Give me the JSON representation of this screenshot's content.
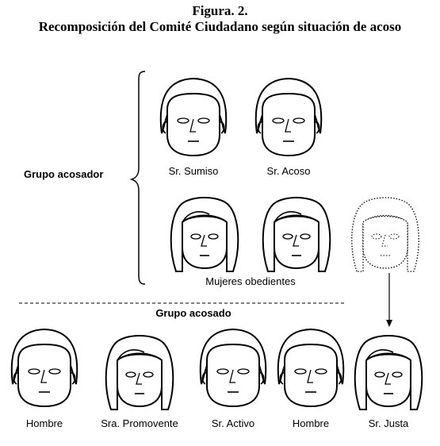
{
  "figure": {
    "title": "Figura. 2.",
    "subtitle": "Recomposición del Comité Ciudadano según situación de acoso"
  },
  "groups": {
    "harassing": {
      "label": "Grupo acosador",
      "men": [
        {
          "name": "Sr. Sumiso"
        },
        {
          "name": "Sr. Acoso"
        }
      ],
      "women_label": "Mujeres obedientes"
    },
    "harassed": {
      "label": "Grupo acosado",
      "members": [
        {
          "name": "Hombre"
        },
        {
          "name": "Sra. Promovente"
        },
        {
          "name": "Sr. Activo"
        },
        {
          "name": "Hombre"
        },
        {
          "name": "Sr. Justa"
        }
      ]
    }
  }
}
